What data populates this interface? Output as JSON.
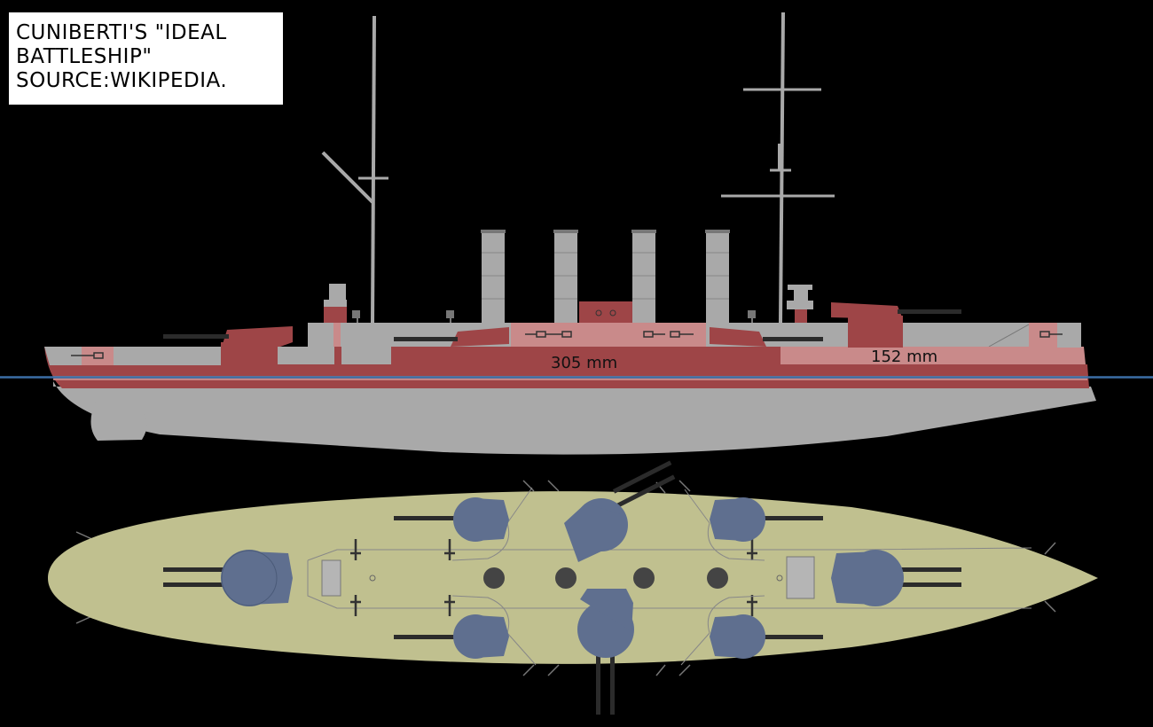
{
  "caption": {
    "line1": "CUNIBERTI'S \"IDEAL",
    "line2": "BATTLESHIP\"",
    "line3": "SOURCE:WIKIPEDIA."
  },
  "profile_view": {
    "belt_label_main": "305 mm",
    "belt_label_upper": "152 mm"
  },
  "colors": {
    "background": "#000000",
    "hull_gray": "#a9a9a9",
    "armor_dark_red": "#9e4547",
    "armor_light_red": "#c98a8a",
    "deck_khaki": "#c0c08f",
    "turret_blue": "#5f6f8f",
    "waterline_blue": "#3b6ea5",
    "gun_dark": "#2b2b2b",
    "funnel_top": "#555555"
  }
}
